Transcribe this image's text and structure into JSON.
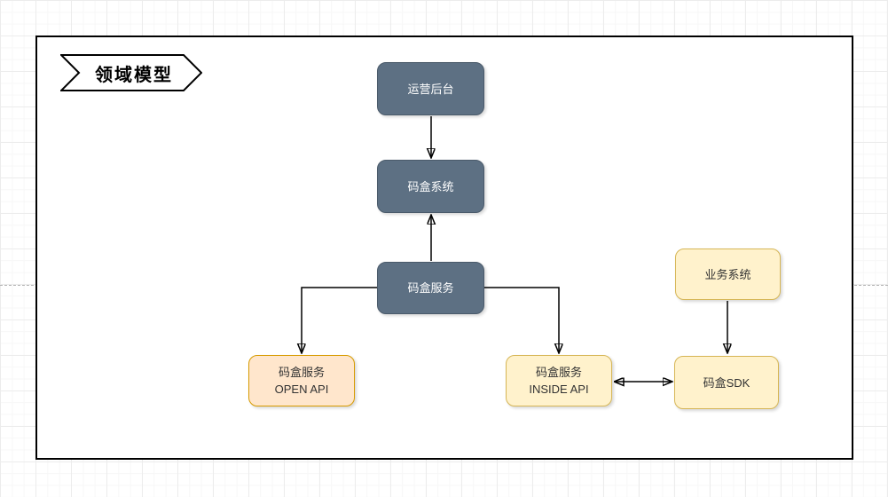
{
  "title": {
    "banner_label": "领域模型"
  },
  "diagram": {
    "nodes": [
      {
        "id": "operations-backend",
        "style": "dark",
        "lines": [
          "运营后台"
        ]
      },
      {
        "id": "codebox-system",
        "style": "dark",
        "lines": [
          "码盒系统"
        ]
      },
      {
        "id": "codebox-service",
        "style": "dark",
        "lines": [
          "码盒服务"
        ]
      },
      {
        "id": "codebox-open-api",
        "style": "orange",
        "lines": [
          "码盒服务",
          "OPEN API"
        ]
      },
      {
        "id": "codebox-inside-api",
        "style": "yellow",
        "lines": [
          "码盒服务",
          "INSIDE API"
        ]
      },
      {
        "id": "codebox-sdk",
        "style": "yellow",
        "lines": [
          "码盒SDK"
        ]
      },
      {
        "id": "business-system",
        "style": "yellow",
        "lines": [
          "业务系统"
        ]
      }
    ],
    "edges": [
      {
        "from": "运营后台",
        "to": "码盒系统",
        "type": "arrow"
      },
      {
        "from": "码盒服务",
        "to": "码盒系统",
        "type": "arrow"
      },
      {
        "from": "码盒服务",
        "to": "码盒服务 OPEN API",
        "type": "arrow"
      },
      {
        "from": "码盒服务",
        "to": "码盒服务 INSIDE API",
        "type": "arrow"
      },
      {
        "from": "码盒服务 INSIDE API",
        "to": "码盒SDK",
        "type": "double-arrow"
      },
      {
        "from": "业务系统",
        "to": "码盒SDK",
        "type": "arrow"
      }
    ]
  },
  "colors": {
    "dark_fill": "#5d7083",
    "dark_border": "#4a5a6a",
    "dark_text": "#ffffff",
    "yellow_fill": "#fff2cc",
    "yellow_border": "#d6b656",
    "orange_fill": "#ffe6cc",
    "orange_border": "#d79b00",
    "light_text": "#333333",
    "grid_major": "#ececec",
    "grid_minor": "#f7f7f7"
  }
}
